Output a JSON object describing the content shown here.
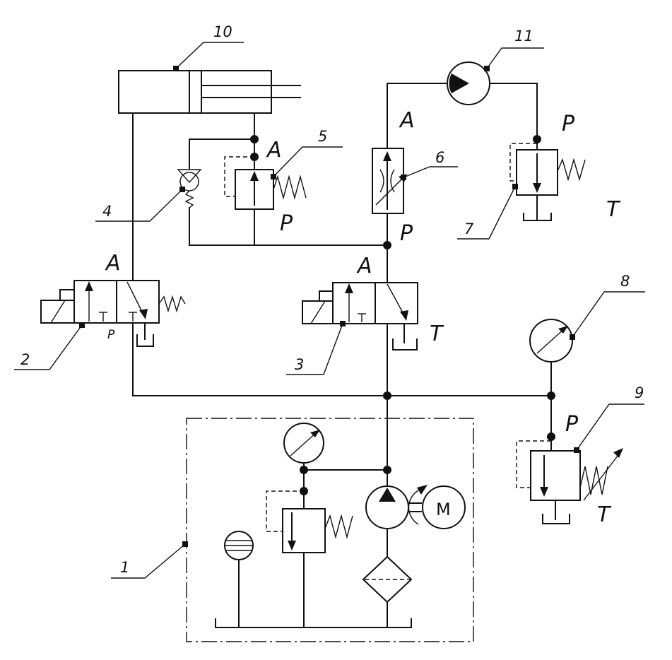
{
  "components": [
    {
      "id": "c1",
      "label": "1"
    },
    {
      "id": "c2",
      "label": "2"
    },
    {
      "id": "c3",
      "label": "3"
    },
    {
      "id": "c4",
      "label": "4"
    },
    {
      "id": "c5",
      "label": "5"
    },
    {
      "id": "c6",
      "label": "6"
    },
    {
      "id": "c7",
      "label": "7"
    },
    {
      "id": "c8",
      "label": "8"
    },
    {
      "id": "c9",
      "label": "9"
    },
    {
      "id": "c10",
      "label": "10"
    },
    {
      "id": "c11",
      "label": "11"
    }
  ],
  "ports": {
    "valve5_a": "A",
    "valve5_p": "P",
    "valve6_a": "A",
    "valve6_p": "P",
    "valve7_p": "P",
    "valve7_t": "T",
    "valve2_a": "A",
    "valve2_p": "P",
    "valve3_a": "A",
    "valve3_t": "T",
    "valve9_p": "P",
    "valve9_t": "T"
  },
  "motor_label": "M"
}
